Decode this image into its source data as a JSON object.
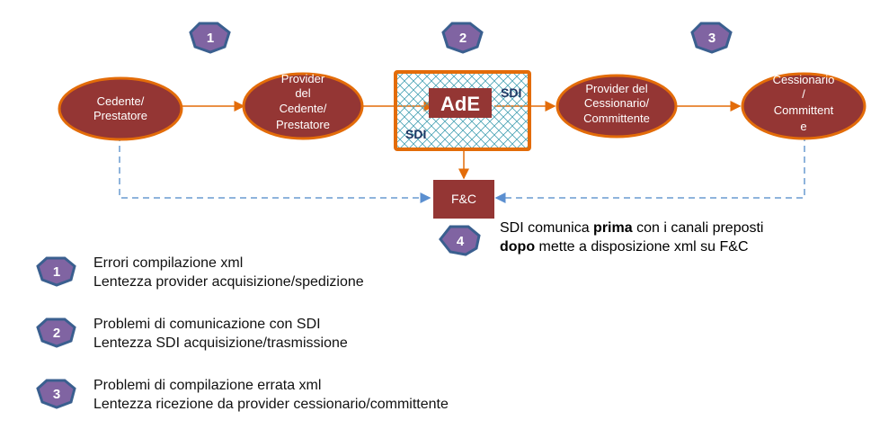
{
  "colors": {
    "node_fill": "#943634",
    "node_stroke": "#e36c09",
    "badge_fill": "#8064a2",
    "badge_stroke": "#3a5f8f",
    "flow_arrow": "#e36c09",
    "dashed_arrow": "#6a9bd0",
    "hatch": "#4aa3b5",
    "sdi_label": "#1f3864"
  },
  "badges": {
    "b1": "1",
    "b2": "2",
    "b3": "3",
    "b4": "4"
  },
  "nodes": {
    "cedente": [
      "Cedente/",
      "Prestatore"
    ],
    "provider_cedente": [
      "Provider",
      "del",
      "Cedente/",
      "Prestatore"
    ],
    "ade": "AdE",
    "sdi_top": "SDI",
    "sdi_bottom": "SDI",
    "provider_cessionario": [
      "Provider del",
      "Cessionario/",
      "Committente"
    ],
    "cessionario": [
      "Cessionario",
      "/",
      "Committent",
      "e"
    ],
    "fc": "F&C"
  },
  "note": {
    "line1_pre": "SDI comunica ",
    "line1_bold": "prima",
    "line1_post": " con i canali preposti",
    "line2_bold": "dopo",
    "line2_post": " mette a disposizione xml su F&C"
  },
  "legend": [
    {
      "badge": "1",
      "line1": "Errori compilazione xml",
      "line2": "Lentezza provider acquisizione/spedizione"
    },
    {
      "badge": "2",
      "line1": "Problemi di comunicazione con SDI",
      "line2": "Lentezza SDI acquisizione/trasmissione"
    },
    {
      "badge": "3",
      "line1": "Problemi di compilazione errata xml",
      "line2": "Lentezza ricezione da provider cessionario/committente"
    }
  ]
}
